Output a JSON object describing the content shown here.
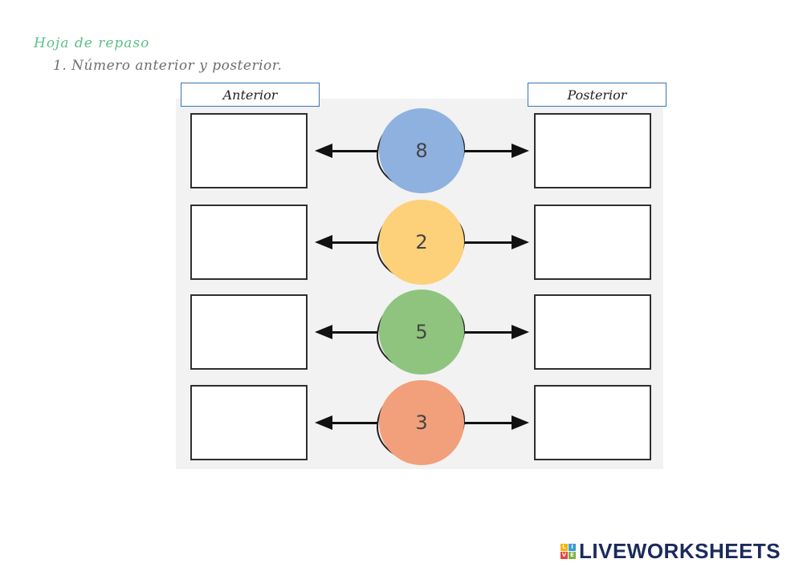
{
  "worksheet": {
    "title": "Hoja de repaso",
    "instruction": "1. Número anterior y posterior.",
    "header_left": "Anterior",
    "header_right": "Posterior"
  },
  "rows": [
    {
      "number": "8",
      "color": "#8fb1e0"
    },
    {
      "number": "2",
      "color": "#fdd07a"
    },
    {
      "number": "5",
      "color": "#8fc47f"
    },
    {
      "number": "3",
      "color": "#f2a07b"
    }
  ],
  "footer": {
    "logo_text": "LIVEWORKSHEETS",
    "logo_letters": [
      "L",
      "I",
      "V",
      "E"
    ],
    "logo_colors": [
      "#f4b400",
      "#3a9bd9",
      "#e2453c",
      "#7cb342"
    ]
  }
}
